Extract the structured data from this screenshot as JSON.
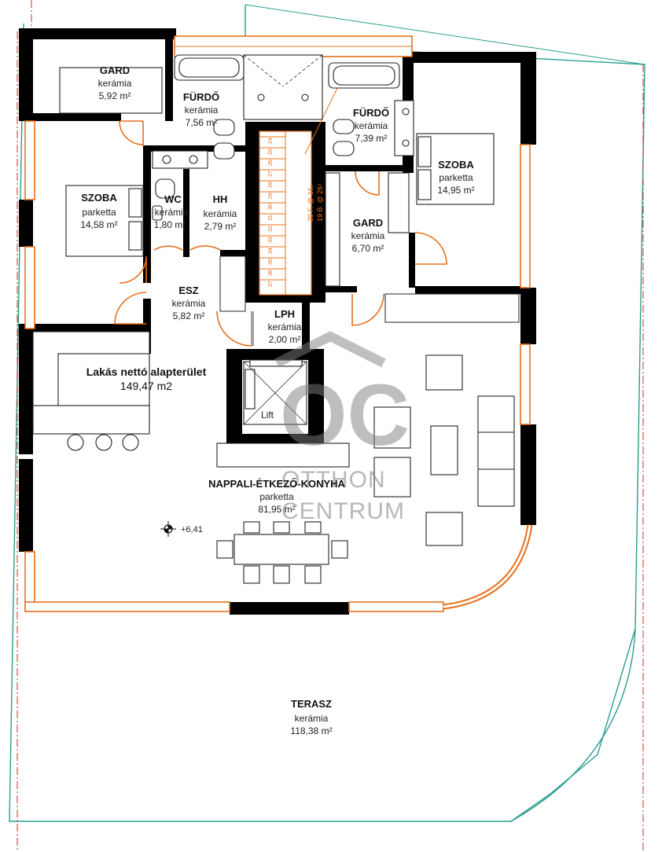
{
  "rooms": {
    "gard1": {
      "name": "GARD",
      "material": "kerámia",
      "area": "5,92 m²"
    },
    "furdo1": {
      "name": "FÜRDŐ",
      "material": "kerámia",
      "area": "7,56 m²"
    },
    "furdo2": {
      "name": "FÜRDŐ",
      "material": "kerámia",
      "area": "7,39 m²"
    },
    "szoba1": {
      "name": "SZOBA",
      "material": "parketta",
      "area": "14,58 m²"
    },
    "wc": {
      "name": "WC",
      "material": "kerámia",
      "area": "1,80 m²"
    },
    "hh": {
      "name": "HH",
      "material": "kerámia",
      "area": "2,79 m²"
    },
    "szoba2": {
      "name": "SZOBA",
      "material": "parketta",
      "area": "14,95 m²"
    },
    "gard2": {
      "name": "GARD",
      "material": "kerámia",
      "area": "6,70 m²"
    },
    "esz": {
      "name": "ESZ",
      "material": "kerámia",
      "area": "5,82 m²"
    },
    "lph": {
      "name": "LPH",
      "material": "kerámia",
      "area": "2,00 m²"
    },
    "nappali": {
      "name": "NAPPALI-ÉTKEZŐ-KONYHA",
      "material": "parketta",
      "area": "81,95 m²"
    },
    "terasz": {
      "name": "TERASZ",
      "material": "kerámia",
      "area": "118,38 m²"
    }
  },
  "summary": {
    "label": "Lakás nettó alapterület",
    "value": "149,47 m2"
  },
  "lift_label": "Lift",
  "level_marker": "+6,41",
  "stair": {
    "formula1": "20 F. @ 16,",
    "formula2": "19 B. @ 26⁵",
    "steps": [
      "24",
      "25",
      "26",
      "27",
      "28",
      "29",
      "30",
      "31",
      "32",
      "33",
      "34",
      "35",
      "36",
      "37"
    ]
  },
  "watermark": {
    "logo": "OC",
    "line1": "OTTHON",
    "line2": "CENTRUM"
  },
  "colors": {
    "wall": "#000000",
    "window": "#e8701a",
    "boundary": "#2a9d8f",
    "axis": "#d62828"
  }
}
